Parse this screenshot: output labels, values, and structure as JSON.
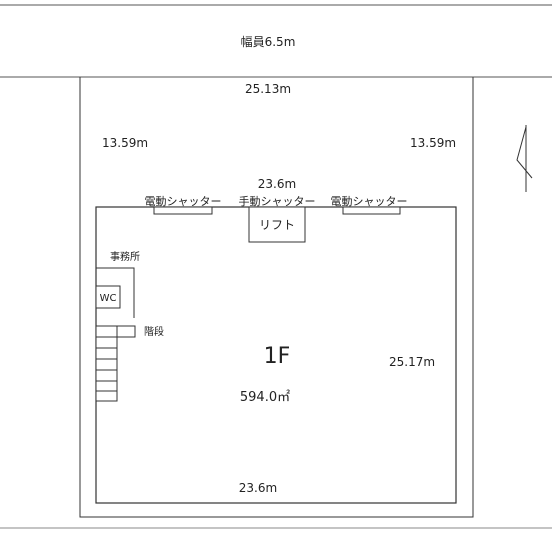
{
  "road": {
    "width_label": "幅員6.5m"
  },
  "site": {
    "top": "25.13m",
    "left": "13.59m",
    "right": "13.59m"
  },
  "building": {
    "top": "23.6m",
    "bottom": "23.6m",
    "right": "25.17m",
    "floor": "1F",
    "area": "594.0㎡"
  },
  "shutters": {
    "electric_left": "電動シャッター",
    "manual": "手動シャッター",
    "electric_right": "電動シャッター"
  },
  "rooms": {
    "lift": "リフト",
    "office": "事務所",
    "wc": "WC",
    "stairs": "階段"
  },
  "colors": {
    "line": "#333333",
    "paper": "#ffffff"
  }
}
